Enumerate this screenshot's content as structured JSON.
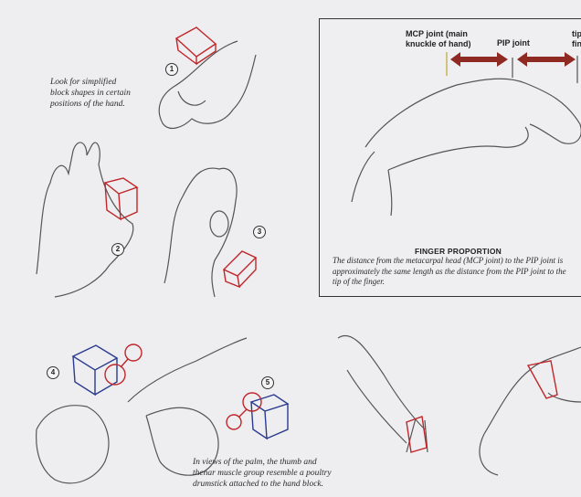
{
  "left_panel": {
    "caption_block_shapes": [
      "Look for simplified",
      "block shapes in certain",
      "positions of the hand."
    ],
    "caption_palm": [
      "In views of the palm, the thumb and",
      "thenar muscle group resemble a poultry",
      "drumstick attached to the hand block."
    ],
    "figure_numbers": [
      "1",
      "2",
      "3",
      "4",
      "5"
    ]
  },
  "finger_proportion_box": {
    "label_mcp": [
      "MCP joint (main",
      "knuckle of hand)"
    ],
    "label_pip": "PIP joint",
    "label_tip": [
      "tip",
      "fin"
    ],
    "heading": "FINGER PROPORTION",
    "description": [
      "The distance from the metacarpal head (MCP joint) to the PIP joint is",
      "approximately the same length as the distance from the PIP joint to the",
      "tip of the finger."
    ]
  },
  "colors": {
    "arrow": "#8e2a22",
    "block_red": "#c0262a",
    "block_blue": "#2a3a8e",
    "paper": "#eeeef0"
  }
}
